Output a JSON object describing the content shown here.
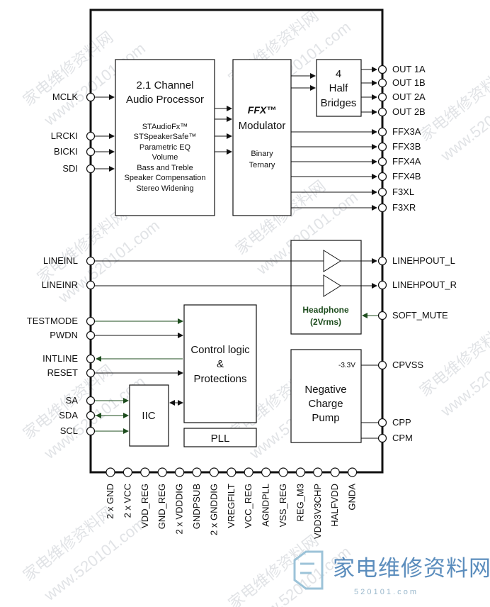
{
  "blocks": {
    "audio_processor": {
      "title_line1": "2.1 Channel",
      "title_line2": "Audio Processor",
      "features": [
        "STAudioFx™",
        "STSpeakerSafe™",
        "Parametric EQ",
        "Volume",
        "Bass and Treble",
        "Speaker Compensation",
        "Stereo Widening"
      ]
    },
    "modulator": {
      "title_italic": "FFX™",
      "title": "Modulator",
      "sub_line1": "Binary",
      "sub_line2": "Ternary"
    },
    "half_bridges": {
      "line1": "4",
      "line2": "Half",
      "line3": "Bridges"
    },
    "headphone": {
      "line1": "Headphone",
      "line2": "(2Vrms)"
    },
    "control": {
      "line1": "Control logic",
      "line2": "&",
      "line3": "Protections"
    },
    "iic": {
      "label": "IIC"
    },
    "pll": {
      "label": "PLL"
    },
    "charge_pump": {
      "line1": "Negative",
      "line2": "Charge",
      "line3": "Pump",
      "voltage": "-3.3V"
    }
  },
  "left_pins": [
    "MCLK",
    "LRCKI",
    "BICKI",
    "SDI",
    "LINEINL",
    "LINEINR",
    "TESTMODE",
    "PWDN",
    "INTLINE",
    "RESET",
    "SA",
    "SDA",
    "SCL"
  ],
  "right_pins": [
    "OUT 1A",
    "OUT 1B",
    "OUT 2A",
    "OUT 2B",
    "FFX3A",
    "FFX3B",
    "FFX4A",
    "FFX4B",
    "F3XL",
    "F3XR",
    "LINEHPOUT_L",
    "LINEHPOUT_R",
    "SOFT_MUTE",
    "CPVSS",
    "CPP",
    "CPM"
  ],
  "bottom_pins": [
    "2 x GND",
    "2 x VCC",
    "VDD_REG",
    "GND_REG",
    "2 x VDDDIG",
    "GNDPSUB",
    "2 x GNDDIG",
    "VREGFILT",
    "VCC_REG",
    "AGNDPLL",
    "VSS_REG",
    "REG_M3",
    "VDD3V3CHP",
    "HALFVDD",
    "GNDA"
  ],
  "watermark": {
    "brand": "家电维修资料网",
    "domain": "www.520101.com",
    "footer": "5 2 0 1 0 1 . c o m"
  },
  "colors": {
    "line": "#111111",
    "green": "#1e4d1e",
    "watermark": "#c9cdd3"
  }
}
